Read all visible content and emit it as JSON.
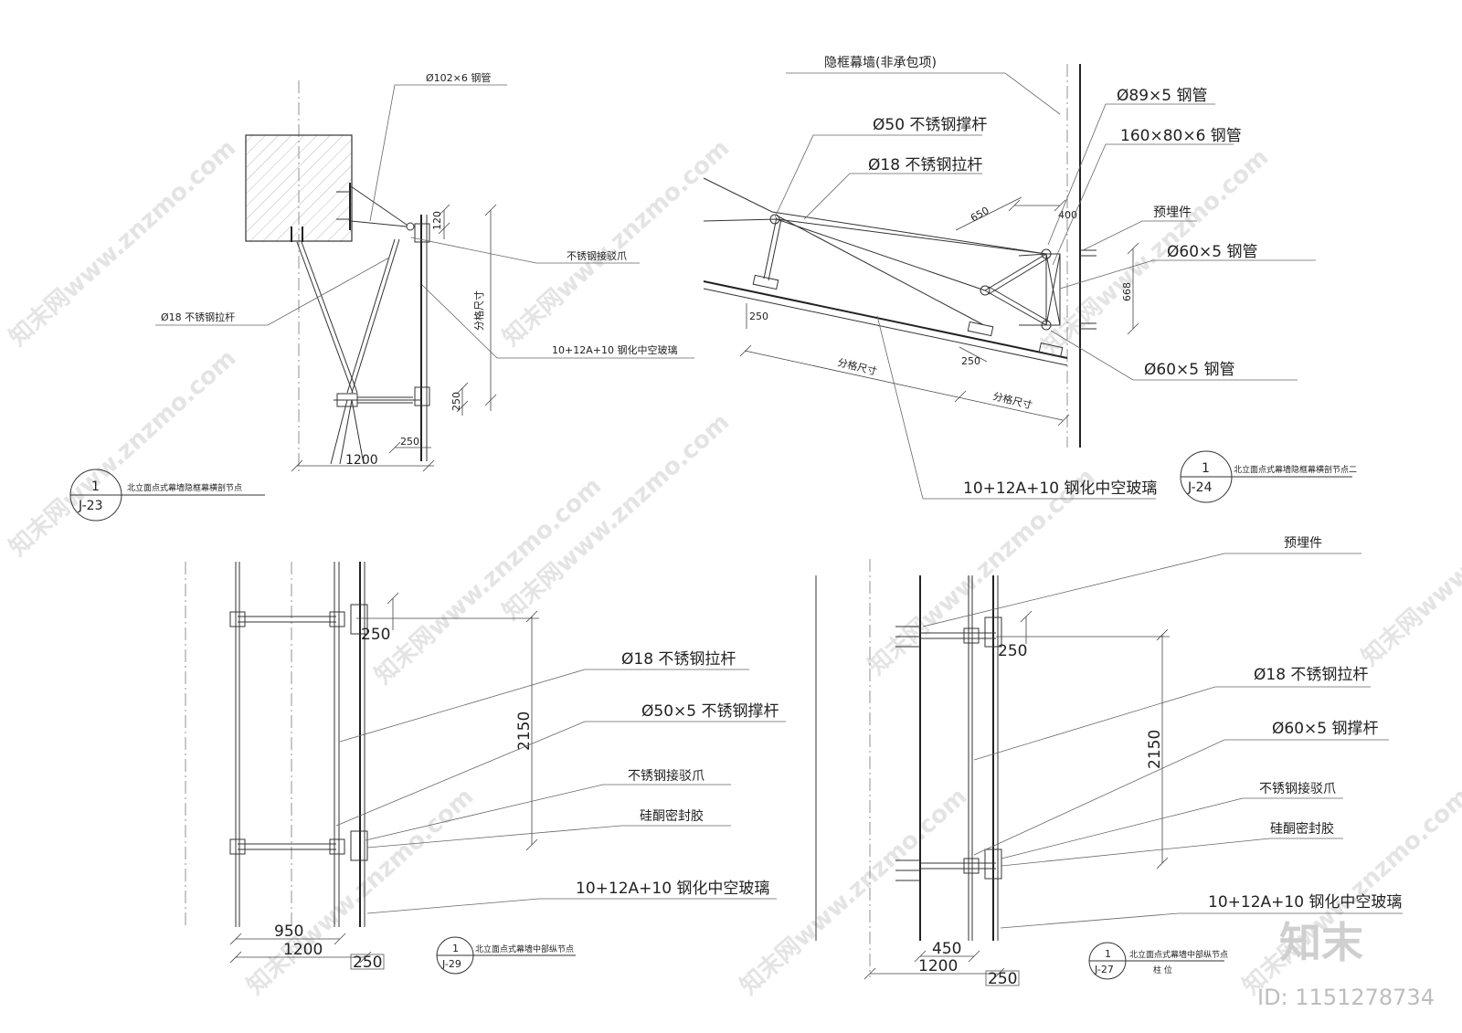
{
  "watermark": {
    "text": "知末网www.znzmo.com",
    "logo": "知末",
    "id": "ID: 1151278734"
  },
  "j23": {
    "labels": {
      "steel_pipe": "Ø102×6 钢管",
      "claw": "不锈钢接驳爪",
      "rod": "Ø18 不锈钢拉杆",
      "glass": "10+12A+10 钢化中空玻璃",
      "grid": "分格尺寸"
    },
    "dims": {
      "d120": "120",
      "d250v": "250",
      "d250h": "250",
      "d1200": "1200"
    },
    "title": {
      "num": "1",
      "sheet": "J-23",
      "name": "北立面点式幕墙隐框幕横剖节点"
    }
  },
  "j24": {
    "labels": {
      "curtain": "隐框幕墙(非承包项)",
      "pipe89": "Ø89×5 钢管",
      "strut50": "Ø50 不锈钢撑杆",
      "pipe160": "160×80×6 钢管",
      "rod18": "Ø18 不锈钢拉杆",
      "embed": "预埋件",
      "pipe60a": "Ø60×5 钢管",
      "pipe60b": "Ø60×5 钢管",
      "glass": "10+12A+10 钢化中空玻璃",
      "grid1": "分格尺寸",
      "grid2": "分格尺寸"
    },
    "dims": {
      "d650": "650",
      "d400": "400",
      "d668": "668",
      "d250a": "250",
      "d250b": "250"
    },
    "title": {
      "num": "1",
      "sheet": "J-24",
      "name": "北立面点式幕墙隐框幕横剖节点二"
    }
  },
  "j29": {
    "labels": {
      "rod": "Ø18 不锈钢拉杆",
      "strut": "Ø50×5 不锈钢撑杆",
      "claw": "不锈钢接驳爪",
      "sealant": "硅酮密封胶",
      "glass": "10+12A+10 钢化中空玻璃"
    },
    "dims": {
      "d250": "250",
      "d2150": "2150",
      "d950": "950",
      "d1200": "1200",
      "d250b": "250"
    },
    "title": {
      "num": "1",
      "sheet": "J-29",
      "name": "北立面点式幕墙中部纵节点"
    }
  },
  "j27": {
    "labels": {
      "embed": "预埋件",
      "rod": "Ø18 不锈钢拉杆",
      "strut": "Ø60×5 钢撑杆",
      "claw": "不锈钢接驳爪",
      "sealant": "硅酮密封胶",
      "glass": "10+12A+10 钢化中空玻璃"
    },
    "dims": {
      "d250": "250",
      "d2150": "2150",
      "d450": "450",
      "d1200": "1200",
      "d250b": "250"
    },
    "title": {
      "num": "1",
      "sheet": "J-27",
      "name": "北立面点式幕墙中部纵节点",
      "sub": "柱 位"
    }
  }
}
